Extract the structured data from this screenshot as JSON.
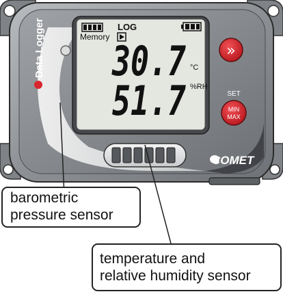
{
  "device": {
    "brand_vertical": "Data Logger",
    "brand_prefix": "●",
    "logo": "COMET",
    "lcd": {
      "memory_label": "Memory",
      "log_label": "LOG",
      "temperature_value": "30.7",
      "temperature_unit": "°C",
      "humidity_value": "51.7",
      "humidity_unit": "%RH"
    },
    "buttons": {
      "next_symbol": "»",
      "set_label": "SET",
      "minmax_line1": "MIN",
      "minmax_line2": "MAX"
    },
    "colors": {
      "button_red": "#d8262e",
      "lcd_bg": "#e4e6e0",
      "body_gray": "#8a8d90"
    }
  },
  "callouts": {
    "barometric": [
      "barometric",
      "pressure sensor"
    ],
    "temp_humidity": [
      "temperature and",
      "relative humidity sensor"
    ]
  }
}
